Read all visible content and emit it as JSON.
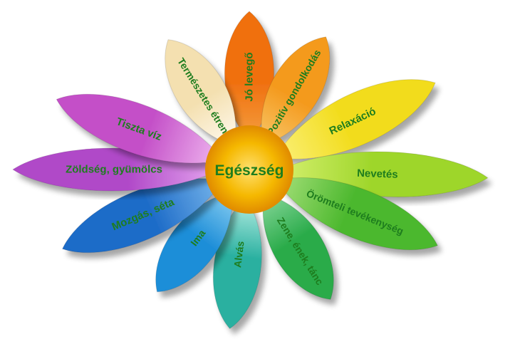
{
  "center": {
    "label": "Egészség",
    "color": "#f5b800"
  },
  "petals": [
    {
      "id": "jo-levego",
      "label": "Jó levegő",
      "color": "#f07010",
      "tip": "#f4a040"
    },
    {
      "id": "pozitiv-gondolkodas",
      "label": "Pozitív gondolkodás",
      "color": "#f49a1e",
      "tip": "#f8c86a"
    },
    {
      "id": "relaxacio",
      "label": "Relaxáció",
      "color": "#f2dc1a",
      "tip": "#fbf07a"
    },
    {
      "id": "nevetes",
      "label": "Nevetés",
      "color": "#9ed62a",
      "tip": "#d6f070"
    },
    {
      "id": "oromteli-tevekenyseg",
      "label": "Örömteli tevékenység",
      "color": "#4cb82e",
      "tip": "#a6e07a"
    },
    {
      "id": "zene-enek-tanc",
      "label": "Zene, ének, tánc",
      "color": "#2aab4a",
      "tip": "#8ad89c"
    },
    {
      "id": "alvas",
      "label": "Alvás",
      "color": "#2ab0a0",
      "tip": "#b8eee4"
    },
    {
      "id": "ima",
      "label": "Ima",
      "color": "#1e8ed8",
      "tip": "#8cd0f2"
    },
    {
      "id": "mozgas-seta",
      "label": "Mozgás, séta",
      "color": "#1e6cc8",
      "tip": "#7ab8ec"
    },
    {
      "id": "zoldseg-gyumolcs",
      "label": "Zöldség, gyümölcs",
      "color": "#b048c8",
      "tip": "#e6a8f0"
    },
    {
      "id": "tiszta-viz",
      "label": "Tiszta víz",
      "color": "#c450c8",
      "tip": "#f0b8f0"
    },
    {
      "id": "termeszetes-etrend",
      "label": "Természetes étrend",
      "color": "#f4e0b0",
      "tip": "#fffaf0"
    }
  ]
}
